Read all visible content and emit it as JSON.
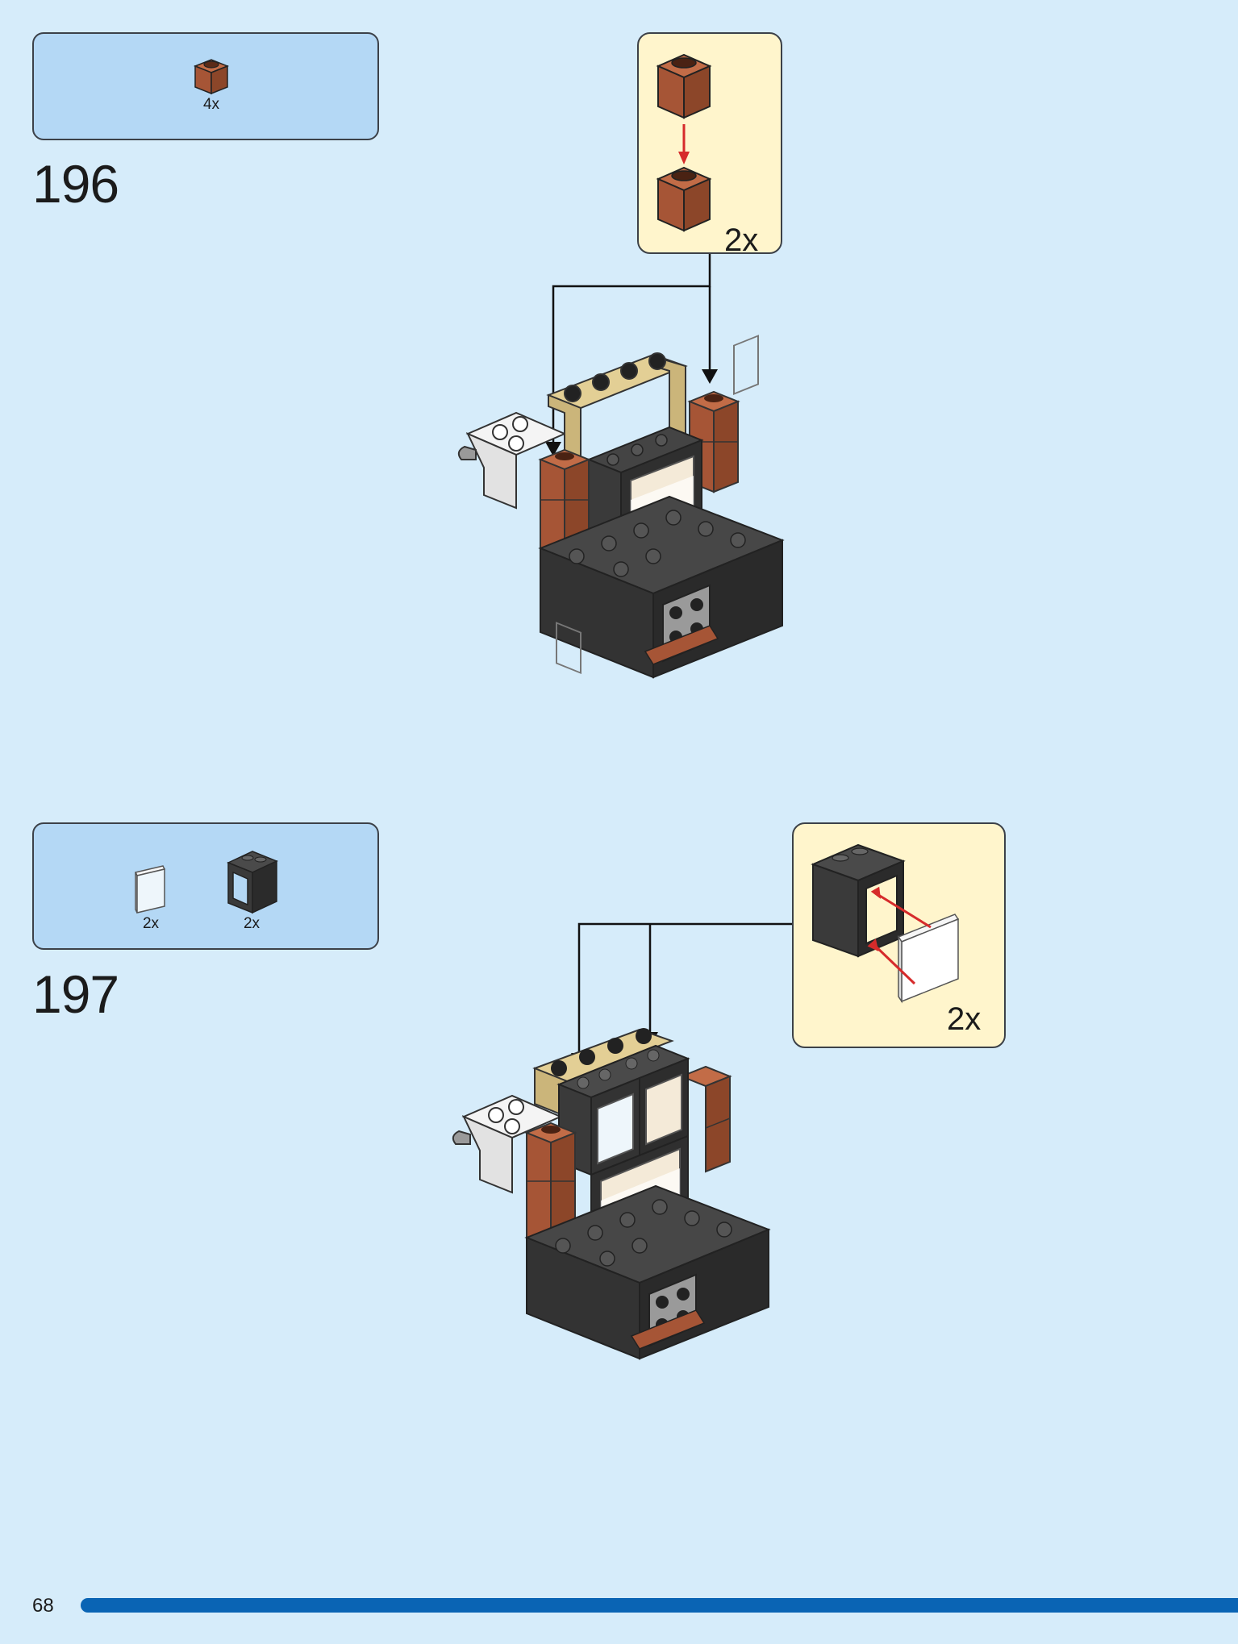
{
  "page": {
    "number": "68"
  },
  "colors": {
    "background": "#d6ecfa",
    "parts_box": "#b4d8f5",
    "callout": "#fff5cc",
    "page_bar": "#0a64b4",
    "reddish_brown": "#a65536",
    "black_brick": "#3a3a3a",
    "tan": "#d8c389",
    "arrow_red": "#d62b2b"
  },
  "steps": [
    {
      "number": "196",
      "parts": [
        {
          "name": "brick-1x1-reddish-brown",
          "icon": "brick-1x1-icon",
          "qty": "4x"
        }
      ],
      "callout": {
        "qty": "2x",
        "icons": [
          "brick-1x1-icon",
          "arrow-down-icon",
          "brick-1x1-icon"
        ]
      }
    },
    {
      "number": "197",
      "parts": [
        {
          "name": "window-glass-trans-clear",
          "icon": "window-glass-icon",
          "qty": "2x"
        },
        {
          "name": "window-frame-black",
          "icon": "window-frame-icon",
          "qty": "2x"
        }
      ],
      "callout": {
        "qty": "2x",
        "icons": [
          "window-frame-icon",
          "window-glass-icon",
          "arrow-left-icon"
        ]
      }
    }
  ]
}
